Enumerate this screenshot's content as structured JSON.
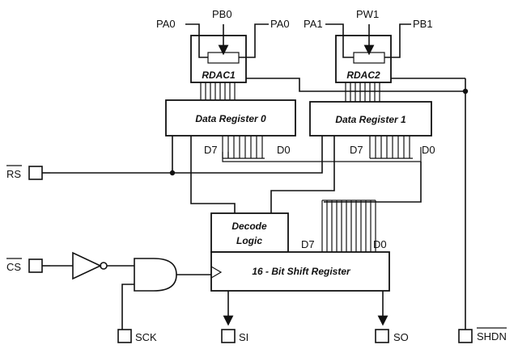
{
  "pins": {
    "pa0_left": "PA0",
    "pb0": "PB0",
    "pa0_right": "PA0",
    "pa1": "PA1",
    "pw1": "PW1",
    "pb1": "PB1",
    "rs": "RS",
    "cs": "CS",
    "sck": "SCK",
    "si": "SI",
    "so": "SO",
    "shdn": "SHDN"
  },
  "blocks": {
    "rdac1": "RDAC1",
    "rdac2": "RDAC2",
    "data_register_0": "Data Register 0",
    "data_register_1": "Data Register 1",
    "decode_logic_line1": "Decode",
    "decode_logic_line2": "Logic",
    "shift_register": "16 - Bit Shift Register"
  },
  "bus_labels": {
    "reg0_msb": "D7",
    "reg0_lsb": "D0",
    "reg1_msb": "D7",
    "reg1_lsb": "D0",
    "shift_msb": "D7",
    "shift_lsb": "D0"
  }
}
